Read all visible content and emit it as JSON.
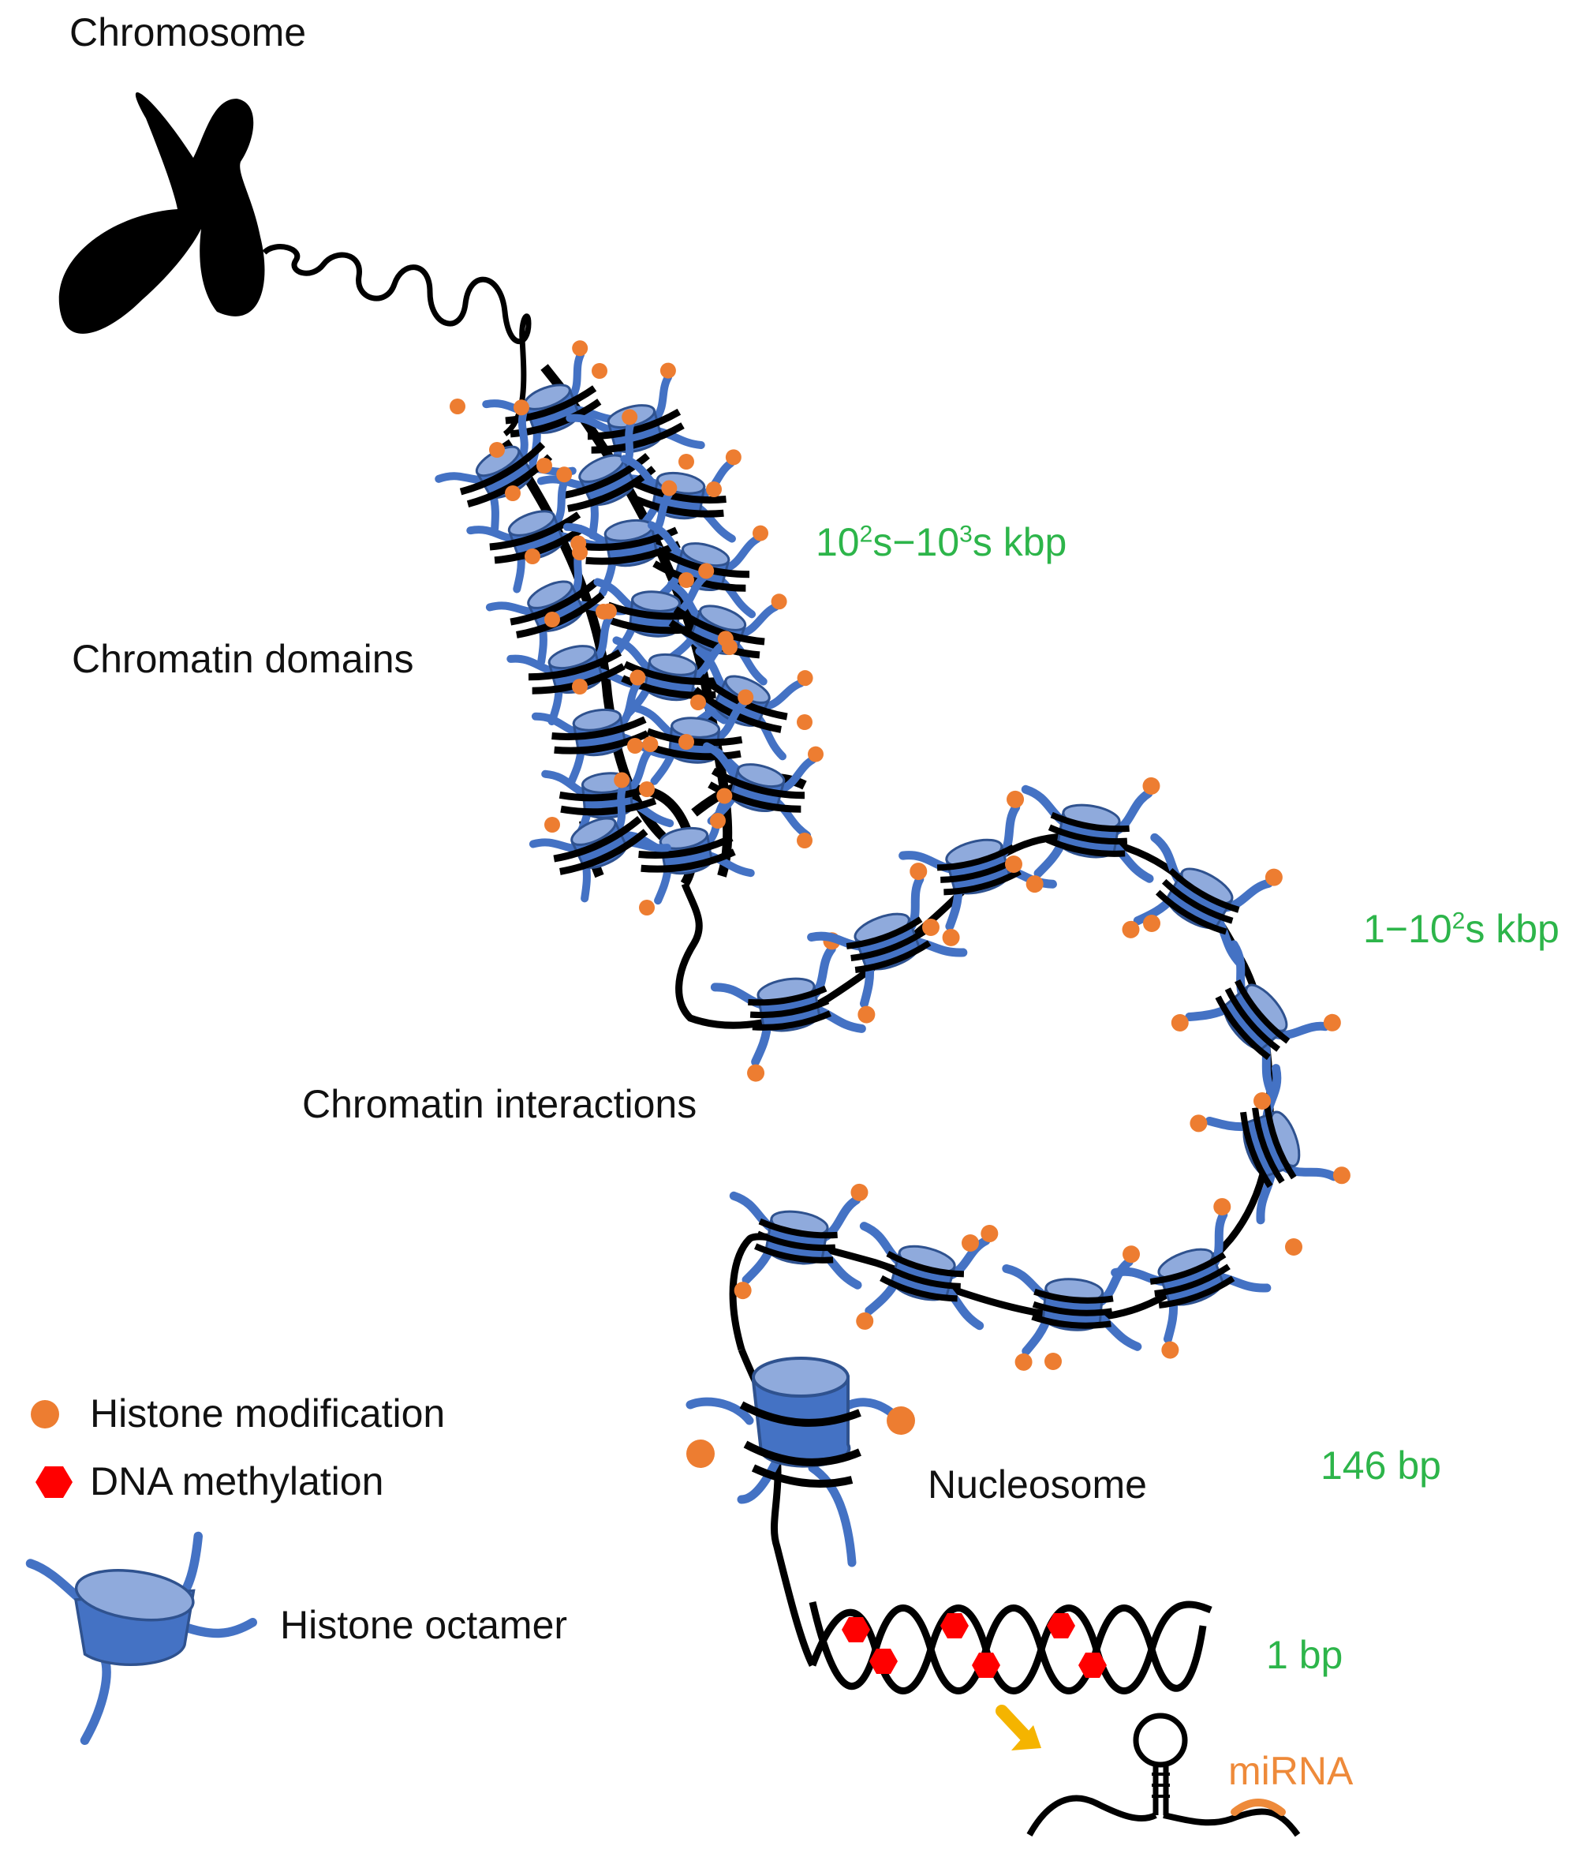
{
  "labels": {
    "chromosome": "Chromosome",
    "chromatin_domains": "Chromatin domains",
    "chromatin_interactions": "Chromatin interactions",
    "nucleosome": "Nucleosome",
    "mirna": "miRNA"
  },
  "scales": {
    "domains": {
      "a": "10",
      "a_exp": "2",
      "b": "s−10",
      "b_exp": "3",
      "c": "s kbp"
    },
    "interactions": {
      "a": "1−10",
      "a_exp": "2",
      "b": "s kbp"
    },
    "nucleosome": "146 bp",
    "dna": "1 bp"
  },
  "legend": {
    "histone_modification": "Histone modification",
    "dna_methylation": "DNA methylation",
    "histone_octamer": "Histone octamer"
  },
  "colors": {
    "histone_blue": "#4472c4",
    "histone_light": "#8faadc",
    "modification_orange": "#ed7d31",
    "methylation_red": "#ff0000",
    "scale_green": "#2db54a",
    "arrow_yellow": "#f5b400",
    "mirna_orange": "#ee8a3a",
    "dna_black": "#000000"
  }
}
